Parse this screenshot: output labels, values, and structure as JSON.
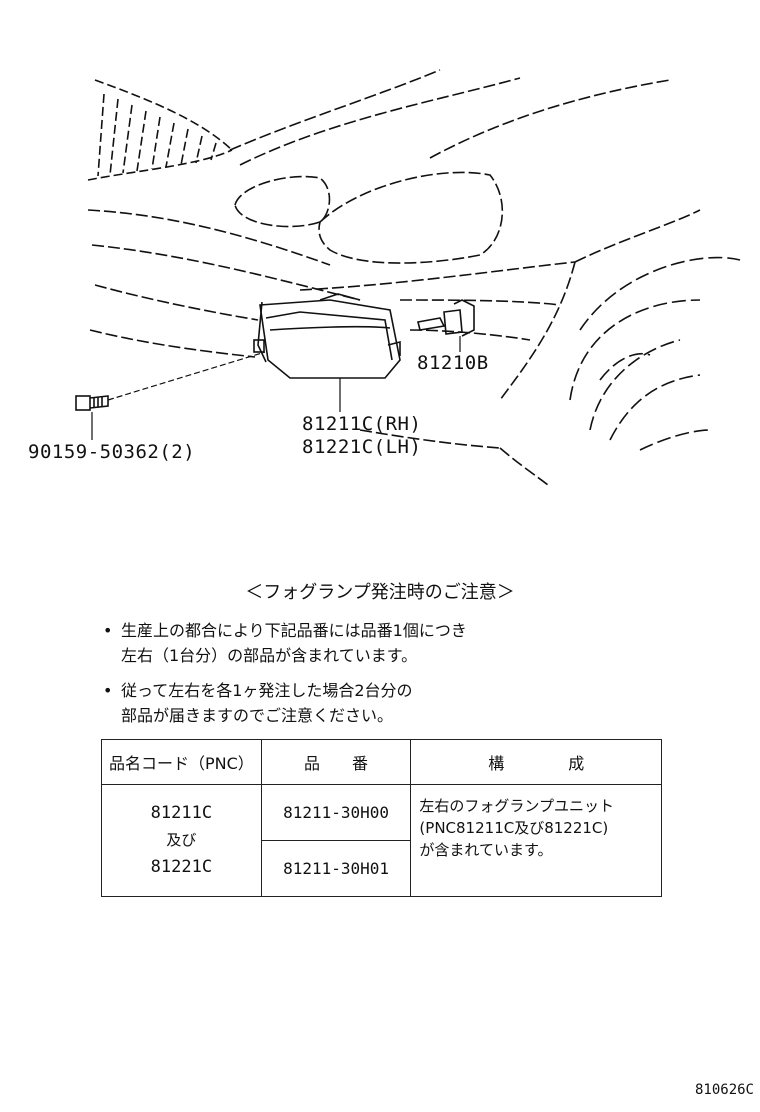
{
  "diagram": {
    "labels": {
      "bulb": "81210B",
      "lamp_rh": "81211C(RH)",
      "lamp_lh": "81221C(LH)",
      "screw": "90159-50362(2)"
    }
  },
  "notice": {
    "title": "＜フォグランプ発注時のご注意＞",
    "bullets": [
      {
        "line1": "生産上の都合により下記品番には品番1個につき",
        "line2": "左右（1台分）の部品が含まれています。"
      },
      {
        "line1": "従って左右を各1ヶ発注した場合2台分の",
        "line2": "部品が届きますのでご注意ください。"
      }
    ]
  },
  "table": {
    "headers": {
      "pnc": "品名コード（PNC）",
      "part_no": "品　　番",
      "composition": "構　　　　成"
    },
    "pnc_top": "81211C",
    "pnc_mid": "及び",
    "pnc_bottom": "81221C",
    "part_numbers": [
      "81211-30H00",
      "81211-30H01"
    ],
    "composition": {
      "line1": "左右のフォグランプユニット",
      "line2": "(PNC81211C及び81221C)",
      "line3": "が含まれています。"
    }
  },
  "illustration_code": "810626C"
}
